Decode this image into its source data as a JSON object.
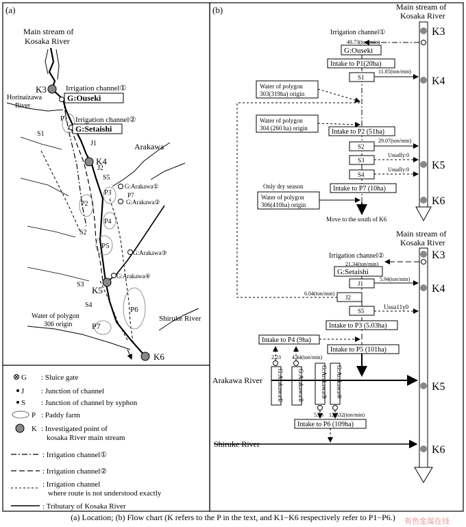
{
  "panel_a": {
    "label": "(a)",
    "main_stream": [
      "Main stream of",
      "Kosaka River"
    ],
    "horinaizawa": [
      "Horinaizawa",
      "River"
    ],
    "arakawa": "Arakawa",
    "shiruke": "Shiruke River",
    "water_306": [
      "Water of polygon",
      "306 origin"
    ],
    "points": {
      "k3": "K3",
      "k4": "K4",
      "k5": "K5",
      "k6": "K6",
      "s1": "S1",
      "s2": "S2",
      "s3": "S3",
      "s4": "S4",
      "s5": "S5",
      "j1": "J1",
      "j2": "J2",
      "p1": "P1",
      "p2": "P2",
      "p3": "P3",
      "p4": "P4",
      "p5": "P5",
      "p6": "P6",
      "p7": "P7",
      "irr1": "Irrigation channel①",
      "g_ouseki": "G:Ouseki",
      "irr2": "Irrigation channel②",
      "g_setaishi": "G:Setaishi",
      "ga1": "G:Arakawa①",
      "ga2": "G:Arakawa②",
      "ga3": "G:Arakawa③",
      "ga4": "G:Arakawa④"
    }
  },
  "legend": {
    "sluice": ": Sluice gate",
    "junction": ": Junction of channel",
    "syphon": ": Junction of channel by syphon",
    "paddy": ": Paddy farm",
    "investigated": [
      ": Investigated point of",
      "kosaka River main stream"
    ],
    "irr1": ": Irrigation channel①",
    "irr2": ": Irrigation channel②",
    "unknown": [
      ": Irrigation channel",
      "where route is not understood exactly"
    ],
    "tributary": ": Tributary of Kosaka River",
    "sym_g": "G",
    "sym_j": "J",
    "sym_s": "S",
    "sym_p": "P",
    "sym_k": "K"
  },
  "panel_b": {
    "label": "(b)",
    "upper": {
      "main_stream": [
        "Main stream of",
        "Kosaka River"
      ],
      "irr1": "Irrigation channel①",
      "flow_ouseki": "48.73(ton/min)",
      "g_ouseki": "G:Ouseki",
      "intake_p1": "Intake to P1(20ha)",
      "s1": "S1",
      "flow_s1": "11.85(ton/min)",
      "poly303": [
        "Water of polygon",
        "303(319ha) origin"
      ],
      "poly304": [
        "Water of polygon",
        "304 (260 ha) origin"
      ],
      "intake_p2": "Intake to P2 (51ha)",
      "s2": "S2",
      "flow_s2": "29.07(ton/min)",
      "s3": "S3",
      "usually_s3": "Usually:0",
      "s4": "S4",
      "usually_s4": "Usually:0",
      "dry": "Only dry season",
      "intake_p7": "Intake to P7 (10ha)",
      "poly306": [
        "Water of polygon",
        "306(410ha) origin"
      ],
      "move": "Move to the south of K6",
      "k3": "K3",
      "k4": "K4",
      "k5": "K5",
      "k6": "K6"
    },
    "lower": {
      "main_stream": [
        "Main stream of",
        "Kosaka River"
      ],
      "irr2": "Irrigation channel②",
      "flow_setaishi": "21.34(ton/min)",
      "g_setaishi": "G:Setaishi",
      "j1": "J1",
      "flow_j1": "5.94(ton/min)",
      "j2": "J2",
      "flow_j2": "6.04(ton/min)",
      "s5": "S5",
      "usually_s5": "Usua11y0",
      "intake_p3": "Intake to P3 (5.03ha)",
      "intake_p4": "Intake to P4 (9ha)",
      "intake_p5": "Intake to P5 (101ha)",
      "flow_ga1": "2.23",
      "flow_ga2": "4.44(ton/min)",
      "ga1": "G:Arakawa①",
      "ga2": "G:Arakawa②",
      "ga3": "G:Arakawa③",
      "ga4": "G:Arakawa④",
      "arakawa_river": "Arakawa River",
      "flow_ga3": "5.96",
      "flow_ga4": "12.532(ton/min)",
      "intake_p6": "Intake to P6 (109ha)",
      "shiruke_river": "Shiruke River",
      "k3": "K3",
      "k4": "K4",
      "k5": "K5",
      "k6": "K6"
    }
  },
  "caption": "(a) Location; (b) Flow chart (K refers to the P in the text, and  K1−K6 respectively refer to P1−P6.)",
  "watermark": "有色金属在线"
}
